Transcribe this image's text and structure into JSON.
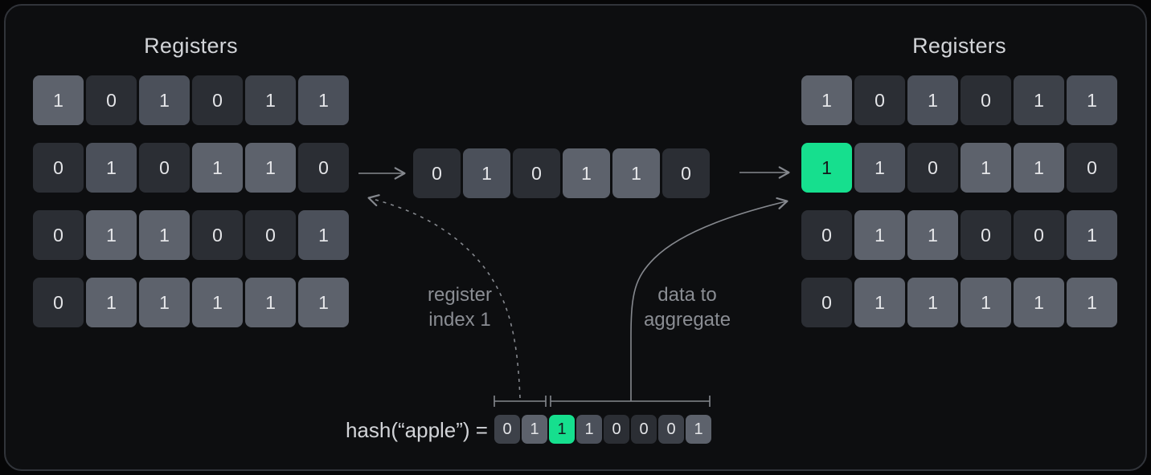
{
  "colors": {
    "background": "#060607",
    "panel": "#0d0e10",
    "panel_border": "#31343a",
    "cell_dark": "#2b2e34",
    "cell_mdark": "#3d4149",
    "cell_medium": "#4b505a",
    "cell_light": "#5d626c",
    "cell_text": "#e4e5e8",
    "green": "#16df8e",
    "green_text": "#14171b",
    "title_text": "#d2d4d8",
    "muted_text": "#8a8d93",
    "arrow": "#85888e"
  },
  "left_registers": {
    "title": "Registers",
    "rows": [
      [
        {
          "value": "1",
          "shade": "light"
        },
        {
          "value": "0",
          "shade": "dark"
        },
        {
          "value": "1",
          "shade": "medium"
        },
        {
          "value": "0",
          "shade": "dark"
        },
        {
          "value": "1",
          "shade": "mdark"
        },
        {
          "value": "1",
          "shade": "medium"
        }
      ],
      [
        {
          "value": "0",
          "shade": "dark"
        },
        {
          "value": "1",
          "shade": "medium"
        },
        {
          "value": "0",
          "shade": "dark"
        },
        {
          "value": "1",
          "shade": "light"
        },
        {
          "value": "1",
          "shade": "light"
        },
        {
          "value": "0",
          "shade": "dark"
        }
      ],
      [
        {
          "value": "0",
          "shade": "dark"
        },
        {
          "value": "1",
          "shade": "light"
        },
        {
          "value": "1",
          "shade": "light"
        },
        {
          "value": "0",
          "shade": "dark"
        },
        {
          "value": "0",
          "shade": "dark"
        },
        {
          "value": "1",
          "shade": "medium"
        }
      ],
      [
        {
          "value": "0",
          "shade": "dark"
        },
        {
          "value": "1",
          "shade": "light"
        },
        {
          "value": "1",
          "shade": "light"
        },
        {
          "value": "1",
          "shade": "light"
        },
        {
          "value": "1",
          "shade": "light"
        },
        {
          "value": "1",
          "shade": "light"
        }
      ]
    ]
  },
  "right_registers": {
    "title": "Registers",
    "rows": [
      [
        {
          "value": "1",
          "shade": "light"
        },
        {
          "value": "0",
          "shade": "dark"
        },
        {
          "value": "1",
          "shade": "medium"
        },
        {
          "value": "0",
          "shade": "dark"
        },
        {
          "value": "1",
          "shade": "mdark"
        },
        {
          "value": "1",
          "shade": "medium"
        }
      ],
      [
        {
          "value": "1",
          "shade": "green"
        },
        {
          "value": "1",
          "shade": "medium"
        },
        {
          "value": "0",
          "shade": "dark"
        },
        {
          "value": "1",
          "shade": "light"
        },
        {
          "value": "1",
          "shade": "light"
        },
        {
          "value": "0",
          "shade": "dark"
        }
      ],
      [
        {
          "value": "0",
          "shade": "dark"
        },
        {
          "value": "1",
          "shade": "light"
        },
        {
          "value": "1",
          "shade": "light"
        },
        {
          "value": "0",
          "shade": "dark"
        },
        {
          "value": "0",
          "shade": "dark"
        },
        {
          "value": "1",
          "shade": "medium"
        }
      ],
      [
        {
          "value": "0",
          "shade": "dark"
        },
        {
          "value": "1",
          "shade": "light"
        },
        {
          "value": "1",
          "shade": "light"
        },
        {
          "value": "1",
          "shade": "light"
        },
        {
          "value": "1",
          "shade": "light"
        },
        {
          "value": "1",
          "shade": "light"
        }
      ]
    ]
  },
  "extracted_row": {
    "cells": [
      {
        "value": "0",
        "shade": "dark"
      },
      {
        "value": "1",
        "shade": "medium"
      },
      {
        "value": "0",
        "shade": "dark"
      },
      {
        "value": "1",
        "shade": "light"
      },
      {
        "value": "1",
        "shade": "light"
      },
      {
        "value": "0",
        "shade": "dark"
      }
    ]
  },
  "annotations": {
    "register_index": "register\nindex 1",
    "data_to_aggregate": "data to\naggregate"
  },
  "hash": {
    "label": "hash(“apple”) =",
    "bits": [
      {
        "value": "0",
        "shade": "mdark"
      },
      {
        "value": "1",
        "shade": "light"
      },
      {
        "value": "1",
        "shade": "green"
      },
      {
        "value": "1",
        "shade": "medium"
      },
      {
        "value": "0",
        "shade": "dark"
      },
      {
        "value": "0",
        "shade": "dark"
      },
      {
        "value": "0",
        "shade": "mdark"
      },
      {
        "value": "1",
        "shade": "light"
      }
    ]
  }
}
